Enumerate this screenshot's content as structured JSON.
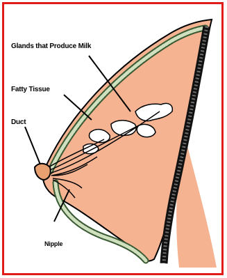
{
  "figure": {
    "border_color": "#e11a1a",
    "tissue_color": "#f5b391",
    "duct_fill_color": "#ffffff",
    "outline_color": "#000000",
    "labels": {
      "glands": "Glands that Produce Milk",
      "fatty_tissue": "Fatty Tissue",
      "duct": "Duct",
      "nipple": "Nipple"
    }
  }
}
